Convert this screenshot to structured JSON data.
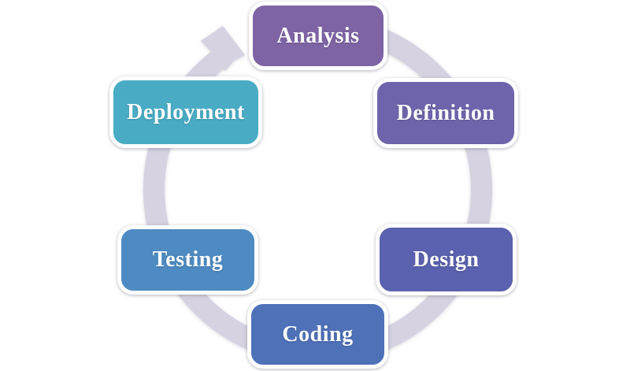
{
  "diagram": {
    "type": "cycle",
    "description": "Software development life cycle shown as a circular arrow with six stages",
    "ring_color": "#D6D2E2",
    "label_text_color": "#FFFFFF",
    "steps": [
      {
        "id": "analysis",
        "label": "Analysis",
        "color": "#7E64A4",
        "position": "top"
      },
      {
        "id": "definition",
        "label": "Definition",
        "color": "#6E64AB",
        "position": "upper-right"
      },
      {
        "id": "design",
        "label": "Design",
        "color": "#5A61AE",
        "position": "lower-right"
      },
      {
        "id": "coding",
        "label": "Coding",
        "color": "#4E71B8",
        "position": "bottom"
      },
      {
        "id": "testing",
        "label": "Testing",
        "color": "#4E8BC2",
        "position": "lower-left"
      },
      {
        "id": "deployment",
        "label": "Deployment",
        "color": "#49ACC4",
        "position": "upper-left"
      }
    ]
  }
}
